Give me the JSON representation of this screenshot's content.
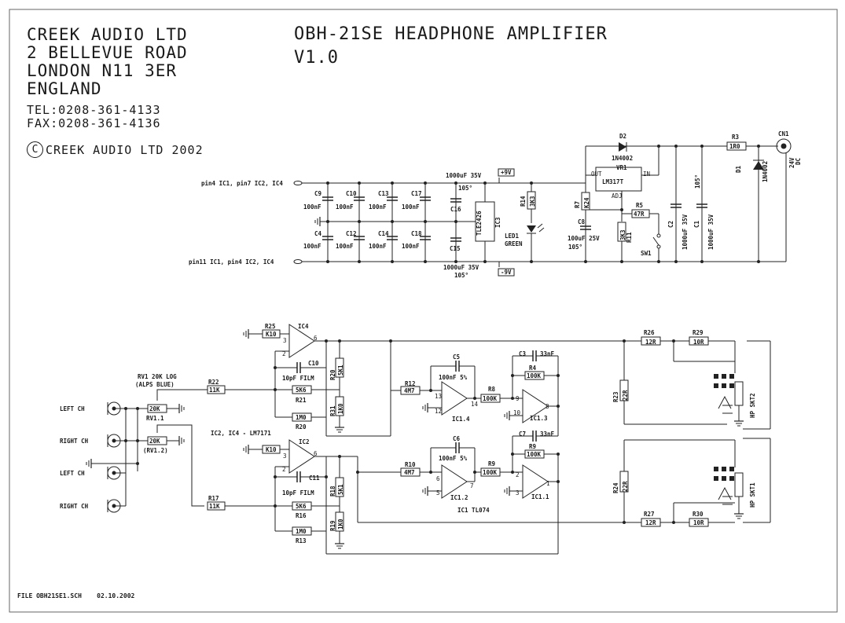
{
  "header": {
    "company_lines": [
      "CREEK AUDIO LTD",
      "2 BELLEVUE ROAD",
      "LONDON N11 3ER",
      "ENGLAND"
    ],
    "tel": "TEL:0208-361-4133",
    "fax": "FAX:0208-361-4136",
    "copyright_symbol": "C",
    "copyright_text": "CREEK AUDIO LTD 2002",
    "title": "OBH-21SE HEADPHONE AMPLIFIER",
    "version": "V1.0"
  },
  "footer": {
    "file": "FILE OBH21SE1.SCH",
    "date": "02.10.2002"
  },
  "power": {
    "net_top": "pin4 IC1, pin7 IC2, IC4",
    "net_bottom": "pin11 IC1, pin4 IC2, IC4",
    "cap_labels_top": [
      "C9",
      "C10",
      "C13",
      "C17"
    ],
    "cap_labels_bottom": [
      "C4",
      "C12",
      "C14",
      "C18"
    ],
    "cap_value": "100nF",
    "c16_value": "1000uF 35V",
    "c16_temp": "105°",
    "c16_name": "C16",
    "c15_name": "C15",
    "c15_value": "1000uF 35V",
    "c15_temp": "105°",
    "ic3_part": "TLE2426",
    "ic3_name": "IC3",
    "plus_v": "+9V",
    "minus_v": "-9V",
    "r14_name": "R14",
    "r14_value": "3K3",
    "led_name": "LED1",
    "led_color": "GREEN",
    "d2_name": "D2",
    "d2_part": "1N4002",
    "vr1_name": "VR1",
    "vr1_part": "LM317T",
    "vr1_out": "OUT",
    "vr1_in": "IN",
    "vr1_adj": "ADJ",
    "r7_name": "R7",
    "r7_value": "K24",
    "c8_name": "C8",
    "c8_value": "100uF 25V",
    "c8_temp": "105°",
    "r11_name": "R11",
    "r11_value": "3K3",
    "r5_name": "R5",
    "r5_value": "47R",
    "sw1_name": "SW1",
    "c2_name": "C2",
    "c2_value": "1000uF 35V",
    "c1_name": "C1",
    "c1_value": "1000uF 35V",
    "c1_temp": "105°",
    "r3_name": "R3",
    "r3_value": "1R0",
    "d1_name": "D1",
    "d1_part": "1N4002",
    "cn1_name": "CN1",
    "cn1_v": "24V",
    "cn1_dc": "DC"
  },
  "inputs": {
    "rv1_title": "RV1 20K LOG",
    "rv1_sub": "(ALPS BLUE)",
    "rv1a_value": "20K",
    "rv1a_name": "RV1.1",
    "rv1b_value": "20K",
    "rv1b_name": "(RV1.2)",
    "jack_labels": [
      "LEFT CH",
      "RIGHT CH",
      "LEFT CH",
      "RIGHT CH"
    ],
    "ic_note": "IC2, IC4 - LM7171"
  },
  "upper_channel": {
    "r25_name": "R25",
    "r25_value": "K10",
    "ic4_name": "IC4",
    "pin3": "3",
    "pin2": "2",
    "pin6": "6",
    "c10_name": "C10",
    "c10_value": "10pF FILM",
    "r22_name": "R22",
    "r22_value": "11K",
    "r21_name": "R21",
    "r21_value": "5K6",
    "r20_name": "R20",
    "r20_value": "1M0",
    "r30a_name": "R20",
    "r30a_value": "5K1",
    "r31_name": "R31",
    "r31_value": "1K0",
    "r12_name": "R12",
    "r12_value": "4M7",
    "c5_name": "C5",
    "c5_value": "100nF 5%",
    "ic1_4_name": "IC1.4",
    "ic1_4_p13": "13",
    "ic1_4_p12": "12",
    "ic1_4_p14": "14",
    "r8_name": "R8",
    "r8_value": "100K",
    "c3_name": "C3",
    "c3_value": "33nF",
    "r4_name": "R4",
    "r4_value": "100K",
    "ic1_3_name": "IC1.3",
    "ic1_3_p9": "9",
    "ic1_3_p10": "10",
    "ic1_3_p8": "8",
    "r26_name": "R26",
    "r26_value": "12R",
    "r29_name": "R29",
    "r29_value": "10R",
    "r23_name": "R23",
    "r23_value": "22R",
    "hp_skt2": "HP SKT2"
  },
  "lower_channel": {
    "r_top_value": "K10",
    "ic2_name": "IC2",
    "pin3": "3",
    "pin2": "2",
    "pin6": "6",
    "c11_name": "C11",
    "c11_value": "10pF FILM",
    "r17_name": "R17",
    "r17_value": "11K",
    "r16_name": "R16",
    "r16_value": "5K6",
    "r13_name": "R13",
    "r13_value": "1M0",
    "r18_name": "R18",
    "r18_value": "5K1",
    "r19_name": "R19",
    "r19_value": "1K0",
    "r10_name": "R10",
    "r10_value": "4M7",
    "c6_name": "C6",
    "c6_value": "100nF 5%",
    "ic1_2_name": "IC1.2",
    "ic1_2_p6": "6",
    "ic1_2_p5": "5",
    "ic1_2_p7": "7",
    "r9_name": "R9",
    "r9_value": "100K",
    "c7_name": "C7",
    "c7_value": "33nF",
    "r9b_name": "R9",
    "r9b_value": "100K",
    "ic1_1_name": "IC1.1",
    "ic1_1_p2": "2",
    "ic1_1_p3": "3",
    "ic1_1_p1": "1",
    "ic1_note": "IC1 TL074",
    "r27_name": "R27",
    "r27_value": "12R",
    "r30_name": "R30",
    "r30_value": "10R",
    "r24_name": "R24",
    "r24_value": "22R",
    "hp_skt1": "HP SKT1"
  }
}
